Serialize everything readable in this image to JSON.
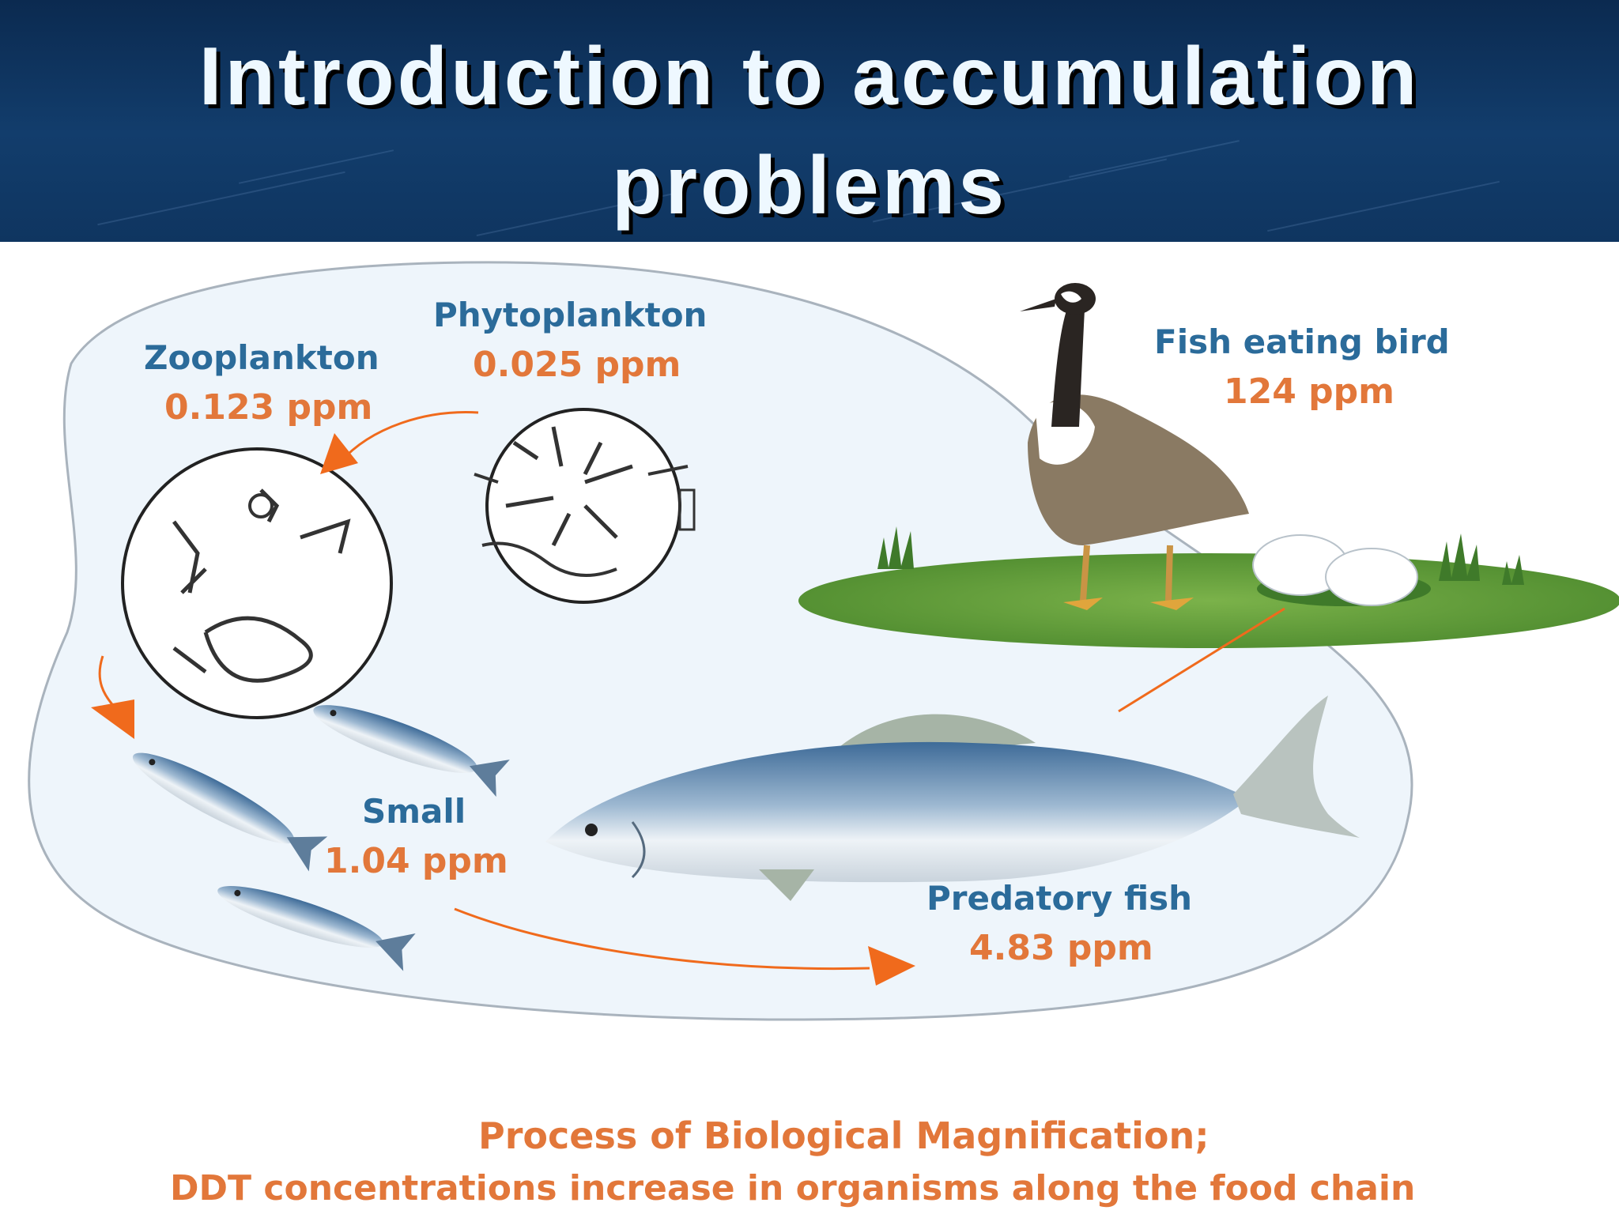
{
  "title": "Introduction to accumulation problems",
  "organisms": {
    "phytoplankton": {
      "name": "Phytoplankton",
      "concentration": "0.025 ppm"
    },
    "zooplankton": {
      "name": "Zooplankton",
      "concentration": "0.123 ppm"
    },
    "small_fish": {
      "name": "Small",
      "concentration": "1.04 ppm"
    },
    "predatory_fish": {
      "name": "Predatory fish",
      "concentration": "4.83 ppm"
    },
    "bird": {
      "name": "Fish eating bird",
      "concentration": "124 ppm"
    }
  },
  "caption": {
    "line1": "Process of Biological Magnification;",
    "line2": "DDT concentrations increase in organisms along the food chain"
  },
  "colors": {
    "title_bg": "#123d6c",
    "title_text": "#eef8ff",
    "label_blue": "#2b6b9a",
    "label_orange": "#e2773a",
    "arrow": "#f06a1c",
    "water": "#eef5fb",
    "grass": "#5c9a3a"
  }
}
